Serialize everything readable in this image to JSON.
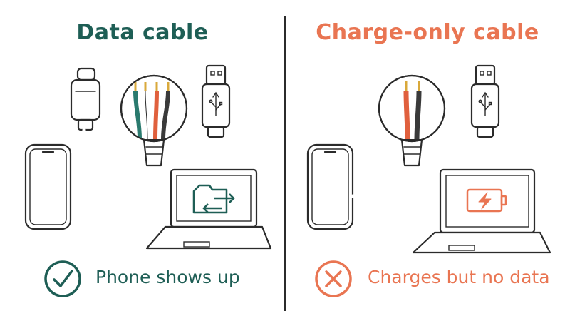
{
  "colors": {
    "data": "#1e5e55",
    "charge": "#e97552",
    "ink": "#2b2b2b",
    "wire_white": "#ffffff",
    "wire_dark": "#3a3a3a",
    "wire_red": "#e0603d",
    "wire_green": "#2a7a6e",
    "gold": "#d9a93b"
  },
  "left_panel": {
    "title": "Data cable",
    "caption": "Phone shows up",
    "caption_icon": "checkmark-icon",
    "screen_icon": "folder-transfer-icon",
    "wires": [
      "green",
      "white",
      "red",
      "dark"
    ]
  },
  "right_panel": {
    "title": "Charge-only cable",
    "caption": "Charges but no data",
    "caption_icon": "cross-icon",
    "screen_icon": "battery-charging-icon",
    "wires": [
      "red",
      "dark"
    ]
  }
}
